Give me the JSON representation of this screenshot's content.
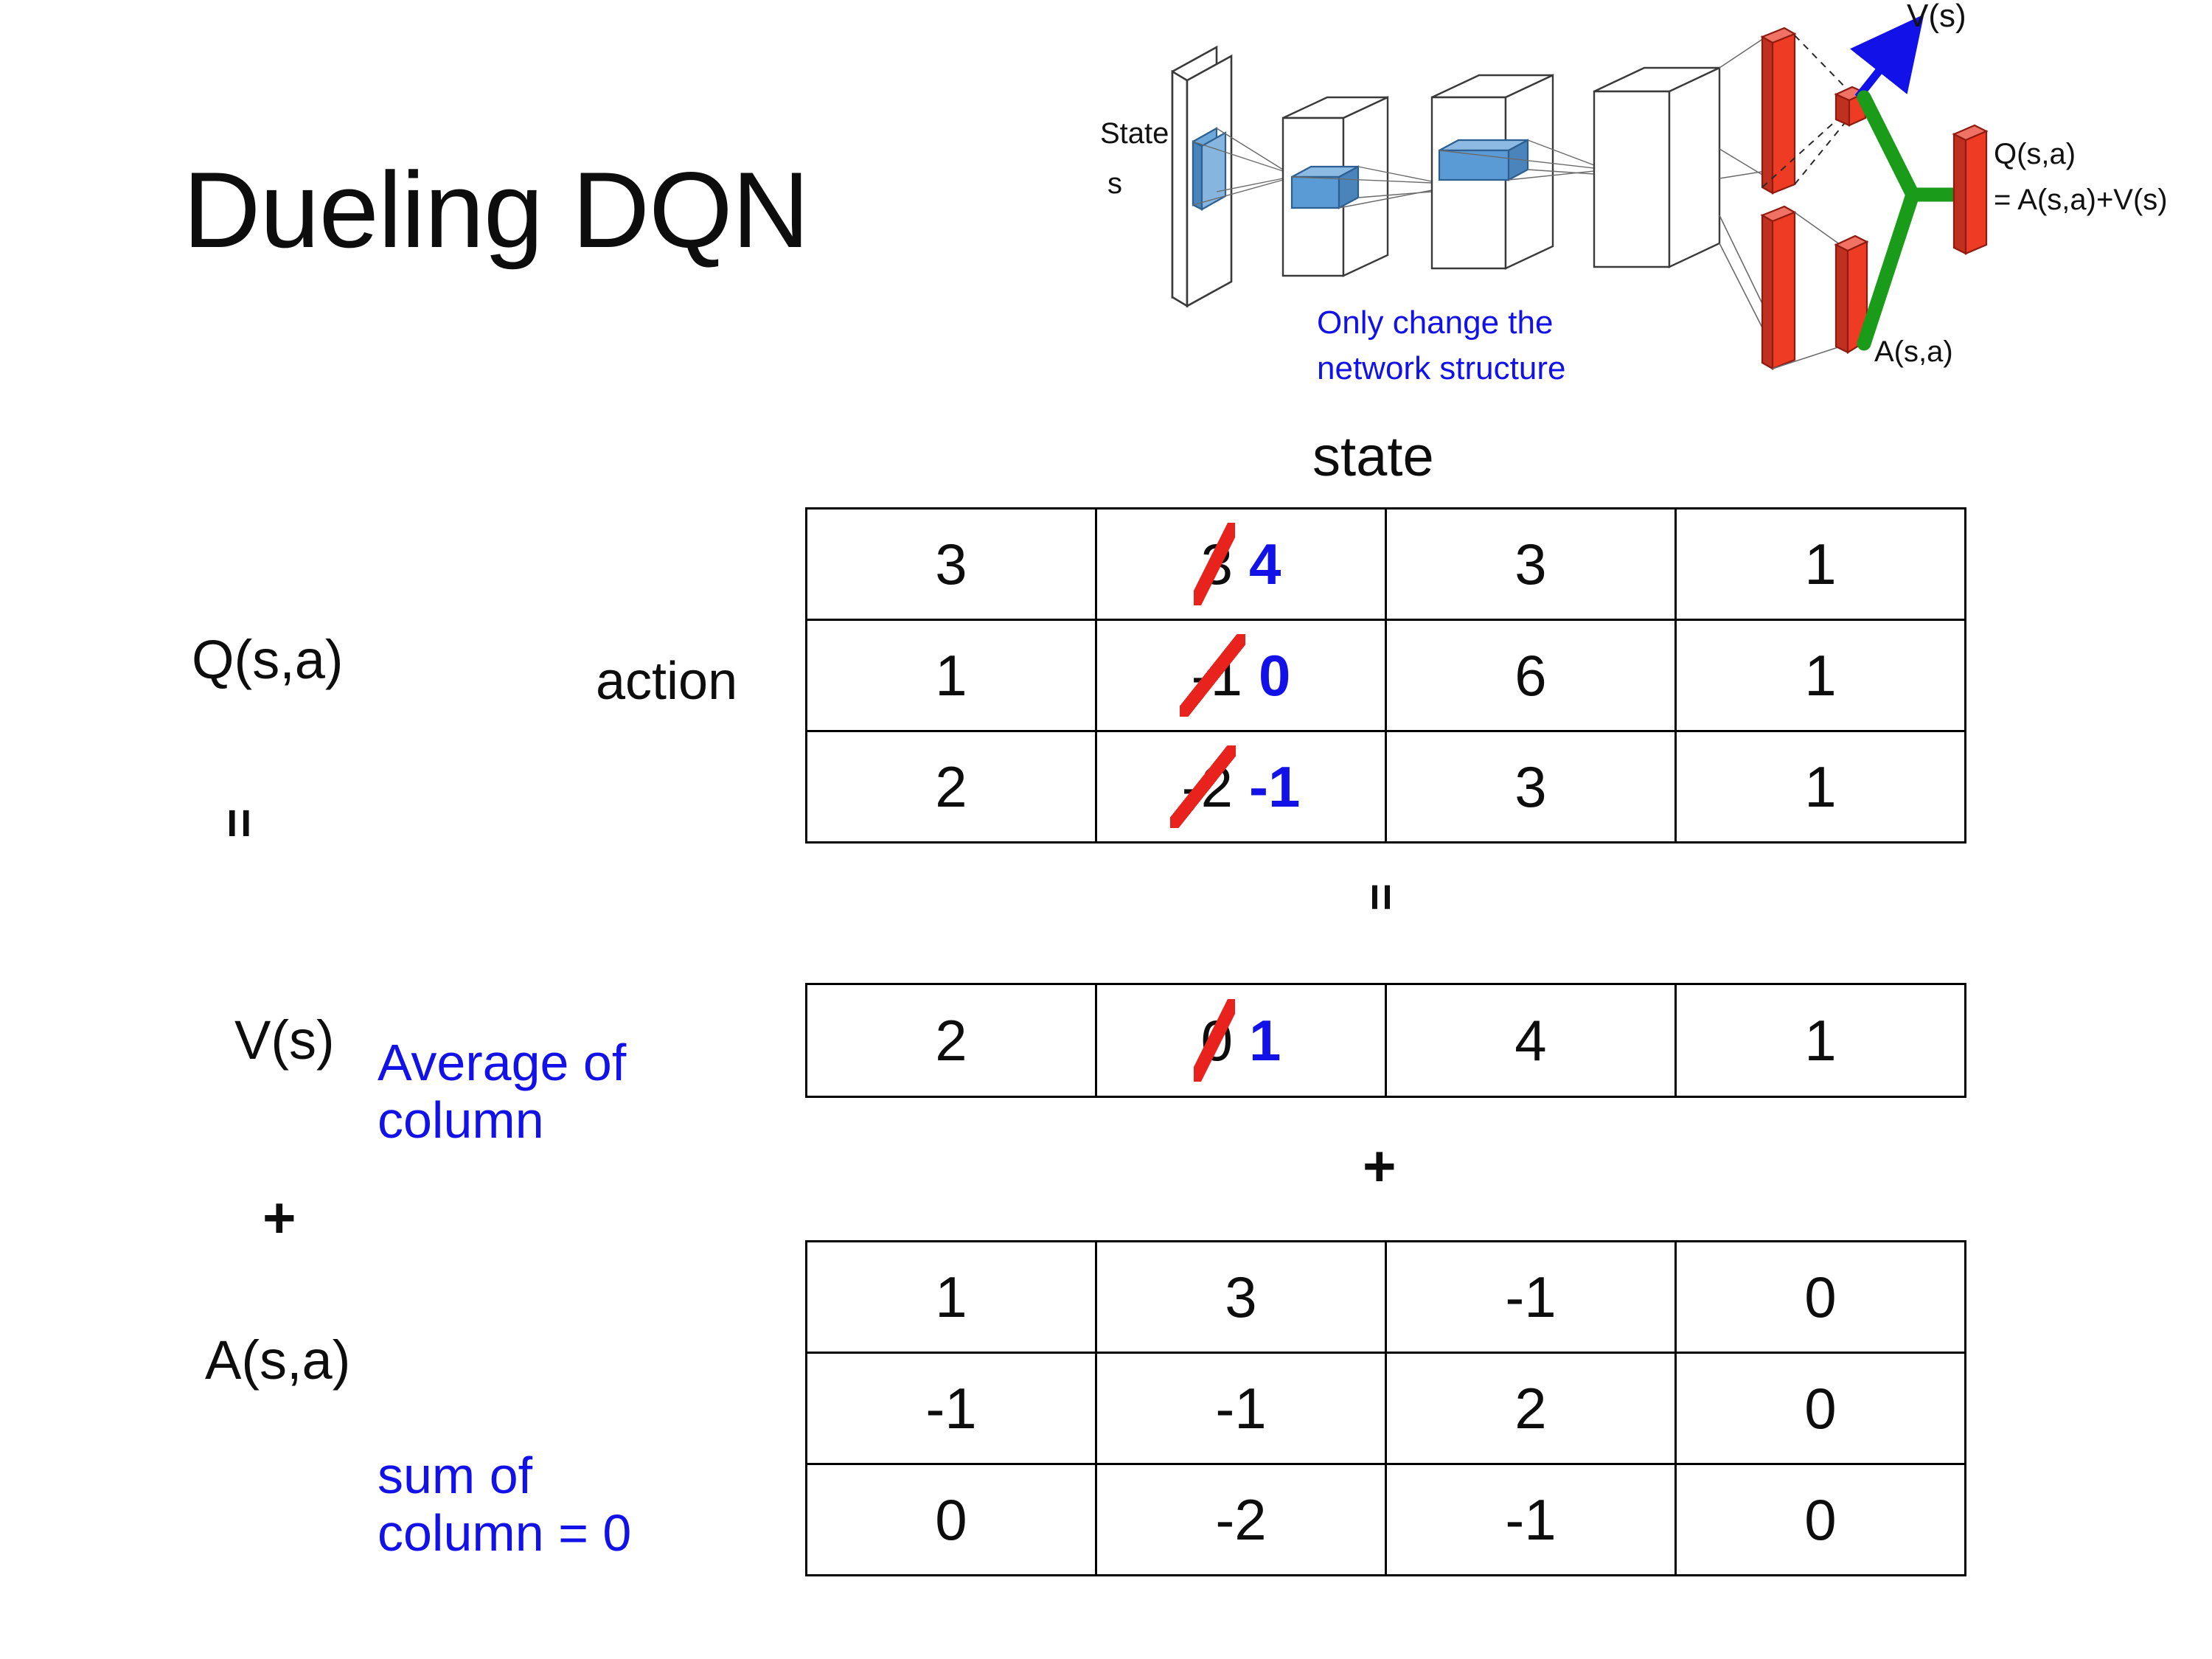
{
  "slide": {
    "title": "Dueling DQN",
    "background": "#ffffff"
  },
  "colors": {
    "text": "#0d0d0d",
    "annotation_blue": "#1111e8",
    "strikethrough_red": "#e8221c",
    "diagram_red_bar": "#ee3b24",
    "diagram_green": "#1a9c1a",
    "diagram_blue_filter": "#5b9bd5",
    "diagram_blue_arrow": "#1111e8"
  },
  "diagram": {
    "input_label_line1": "State",
    "input_label_line2": "s",
    "note_line1": "Only change the",
    "note_line2": "network structure",
    "value_stream_label": "V(s)",
    "advantage_stream_label": "A(s,a)",
    "output_label_line1": "Q(s,a)",
    "output_label_line2": "= A(s,a)+V(s)"
  },
  "labels": {
    "q_label": "Q(s,a)",
    "equals_1": "=",
    "v_label": "V(s)",
    "average_note": "Average of\ncolumn",
    "average_note_line1": "Average of",
    "average_note_line2": "column",
    "plus_left": "+",
    "a_label": "A(s,a)",
    "sum_note_line1": "sum of",
    "sum_note_line2": "column = 0",
    "action_axis": "action",
    "state_axis": "state",
    "equals_2": "=",
    "plus_center": "+"
  },
  "tables": {
    "q_table": {
      "name": "Q(s,a)",
      "rows": [
        [
          {
            "value": "3"
          },
          {
            "value": "3",
            "struck": true,
            "replacement": "4"
          },
          {
            "value": "3"
          },
          {
            "value": "1"
          }
        ],
        [
          {
            "value": "1"
          },
          {
            "value": "-1",
            "struck": true,
            "replacement": "0"
          },
          {
            "value": "6"
          },
          {
            "value": "1"
          }
        ],
        [
          {
            "value": "2"
          },
          {
            "value": "-2",
            "struck": true,
            "replacement": "-1"
          },
          {
            "value": "3"
          },
          {
            "value": "1"
          }
        ]
      ]
    },
    "v_table": {
      "name": "V(s)",
      "rows": [
        [
          {
            "value": "2"
          },
          {
            "value": "0",
            "struck": true,
            "replacement": "1"
          },
          {
            "value": "4"
          },
          {
            "value": "1"
          }
        ]
      ]
    },
    "a_table": {
      "name": "A(s,a)",
      "rows": [
        [
          {
            "value": "1"
          },
          {
            "value": "3"
          },
          {
            "value": "-1"
          },
          {
            "value": "0"
          }
        ],
        [
          {
            "value": "-1"
          },
          {
            "value": "-1"
          },
          {
            "value": "2"
          },
          {
            "value": "0"
          }
        ],
        [
          {
            "value": "0"
          },
          {
            "value": "-2"
          },
          {
            "value": "-1"
          },
          {
            "value": "0"
          }
        ]
      ]
    }
  }
}
